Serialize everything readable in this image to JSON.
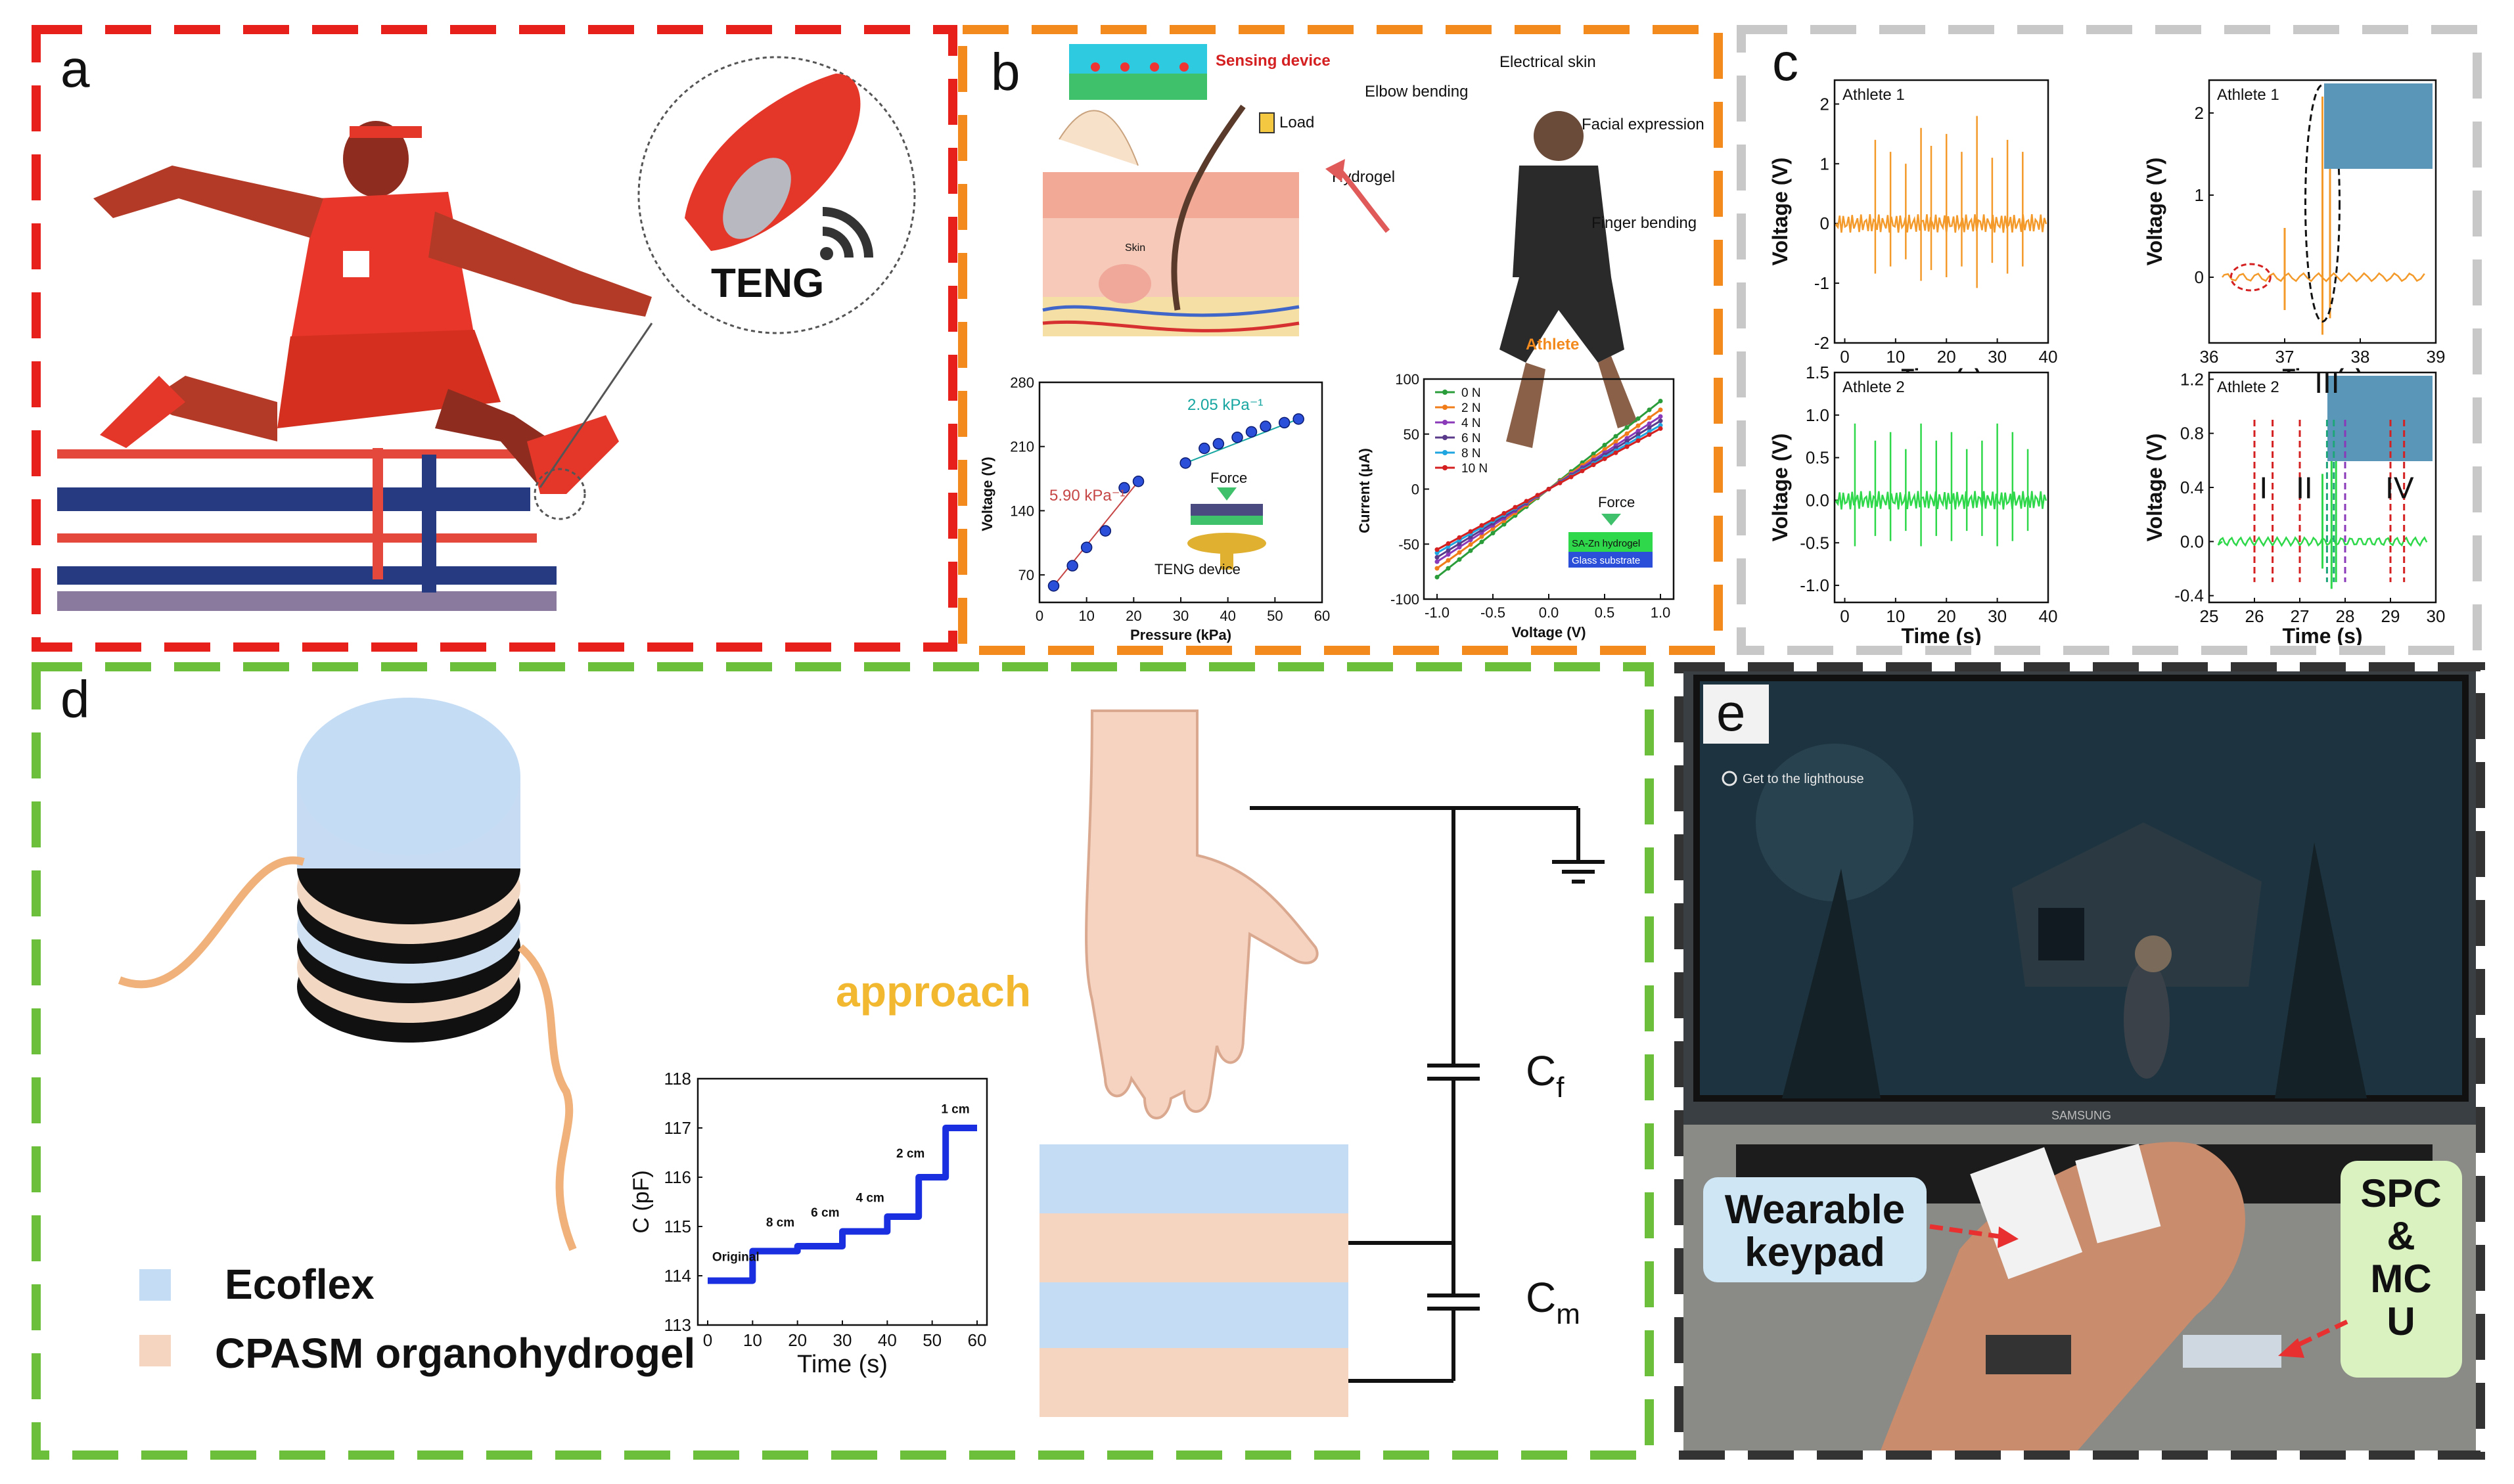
{
  "labels": {
    "a": "a",
    "b": "b",
    "c": "c",
    "d": "d",
    "e": "e"
  },
  "panel_a": {
    "teng": "TENG"
  },
  "panel_b": {
    "sensing_device": "Sensing device",
    "load": "Load",
    "hydrogel": "Hydrogel",
    "skin": "Skin",
    "electrical_skin": "Electrical skin",
    "elbow_bending": "Elbow bending",
    "facial_expression": "Facial expression",
    "finger_bending": "Finger bending",
    "athlete": "Athlete",
    "slope1": "5.90 kPa⁻¹",
    "slope2": "2.05 kPa⁻¹",
    "force": "Force",
    "teng_device": "TENG device",
    "force2": "Force",
    "sa_zn": "SA-Zn hydrogel",
    "glass": "Glass substrate"
  },
  "panel_c": {
    "athlete1": "Athlete 1",
    "athlete1b": "Athlete 1",
    "athlete2": "Athlete 2",
    "athlete2b": "Athlete 2",
    "roman": [
      "I",
      "II",
      "III",
      "IV"
    ]
  },
  "panel_d": {
    "approach": "approach",
    "ecoflex": "Ecoflex",
    "cpasm": "CPASM organohydrogel",
    "cf": "C",
    "cf_sub": "f",
    "cm": "C",
    "cm_sub": "m",
    "inset_labels": [
      "Original",
      "8 cm",
      "6 cm",
      "4 cm",
      "2 cm",
      "1 cm"
    ]
  },
  "panel_e": {
    "game_hint": "Get to the lighthouse",
    "monitor_brand": "SAMSUNG",
    "wearable": [
      "Wearable",
      "keypad"
    ],
    "spc": [
      "SPC",
      "&",
      "MC",
      "U"
    ]
  },
  "colors": {
    "a_border": "#e8201b",
    "b_border": "#f28a1e",
    "c_border": "#c8c8c8",
    "d_border": "#6cbf3a",
    "e_border": "#333333"
  },
  "chart_data": [
    {
      "type": "scatter",
      "title": "",
      "xlabel": "Pressure (kPa)",
      "ylabel": "Voltage (V)",
      "xlim": [
        0,
        60
      ],
      "ylim": [
        40,
        280
      ],
      "xticks": [
        0,
        10,
        20,
        30,
        40,
        50,
        60
      ],
      "yticks": [
        70,
        140,
        210,
        280
      ],
      "x": [
        3,
        7,
        10,
        14,
        18,
        21,
        31,
        35,
        38,
        42,
        45,
        48,
        52,
        55
      ],
      "y": [
        58,
        80,
        100,
        118,
        165,
        172,
        192,
        208,
        213,
        220,
        226,
        232,
        236,
        240
      ]
    },
    {
      "type": "line",
      "title": "",
      "xlabel": "Voltage (V)",
      "ylabel": "Current (μA)",
      "xlim": [
        -1.0,
        1.0
      ],
      "ylim": [
        -100,
        100
      ],
      "xticks": [
        -1.0,
        -0.5,
        0.0,
        0.5,
        1.0
      ],
      "yticks": [
        -100,
        -50,
        0,
        50,
        100
      ],
      "series": [
        {
          "name": "0 N",
          "color": "#2a9d3a",
          "x": [
            -1.0,
            1.0
          ],
          "values": [
            -80,
            80
          ]
        },
        {
          "name": "2 N",
          "color": "#f07d1a",
          "x": [
            -1.0,
            1.0
          ],
          "values": [
            -72,
            72
          ]
        },
        {
          "name": "4 N",
          "color": "#8a3ab9",
          "x": [
            -1.0,
            1.0
          ],
          "values": [
            -66,
            66
          ]
        },
        {
          "name": "6 N",
          "color": "#5a3a8a",
          "x": [
            -1.0,
            1.0
          ],
          "values": [
            -62,
            62
          ]
        },
        {
          "name": "8 N",
          "color": "#1fa5e0",
          "x": [
            -1.0,
            1.0
          ],
          "values": [
            -58,
            58
          ]
        },
        {
          "name": "10 N",
          "color": "#d42020",
          "x": [
            -1.0,
            1.0
          ],
          "values": [
            -55,
            55
          ]
        }
      ]
    },
    {
      "type": "line",
      "title": "",
      "xlabel": "Time (s)",
      "ylabel": "Voltage (V)",
      "xlim": [
        -2,
        40
      ],
      "ylim": [
        -2,
        2.4
      ],
      "xticks": [
        0,
        10,
        20,
        30,
        40
      ],
      "yticks": [
        -2,
        -1,
        0,
        1,
        2
      ],
      "series": [
        {
          "name": "Athlete 1",
          "color": "#f39a2b",
          "peaks_x": [
            6,
            9,
            12,
            15,
            17,
            20,
            23,
            26,
            29,
            32,
            35
          ],
          "peaks_y": [
            1.4,
            1.2,
            1.0,
            1.6,
            1.3,
            1.5,
            1.2,
            1.8,
            1.1,
            1.4,
            1.2
          ]
        }
      ]
    },
    {
      "type": "line",
      "title": "",
      "xlabel": "Time (s)",
      "ylabel": "Voltage (V)",
      "xlim": [
        36,
        39
      ],
      "ylim": [
        -0.8,
        2.4
      ],
      "xticks": [
        36,
        37,
        38,
        39
      ],
      "yticks": [
        0,
        1,
        2
      ],
      "series": [
        {
          "name": "Athlete 1",
          "color": "#f39a2b"
        }
      ]
    },
    {
      "type": "line",
      "title": "",
      "xlabel": "Time (s)",
      "ylabel": "Voltage (V)",
      "xlim": [
        -2,
        40
      ],
      "ylim": [
        -1.2,
        1.5
      ],
      "xticks": [
        0,
        10,
        20,
        30,
        40
      ],
      "yticks": [
        -1.0,
        -0.5,
        0.0,
        0.5,
        1.0,
        1.5
      ],
      "series": [
        {
          "name": "Athlete 2",
          "color": "#2fd84a",
          "peaks_x": [
            2,
            6,
            9,
            12,
            15,
            18,
            21,
            24,
            27,
            30,
            33,
            36
          ],
          "peaks_y": [
            0.9,
            0.7,
            0.8,
            0.6,
            0.9,
            0.7,
            0.8,
            0.6,
            0.7,
            0.9,
            0.8,
            0.6
          ]
        }
      ]
    },
    {
      "type": "line",
      "title": "",
      "xlabel": "Time (s)",
      "ylabel": "Voltage (V)",
      "xlim": [
        25,
        30
      ],
      "ylim": [
        -0.45,
        1.25
      ],
      "xticks": [
        25,
        26,
        27,
        28,
        29,
        30
      ],
      "yticks": [
        -0.4,
        0.0,
        0.4,
        0.8,
        1.2
      ],
      "series": [
        {
          "name": "Athlete 2",
          "color": "#2fd84a"
        }
      ]
    },
    {
      "type": "line",
      "title": "",
      "xlabel": "Time (s)",
      "ylabel": "C (pF)",
      "xlim": [
        0,
        60
      ],
      "ylim": [
        113,
        118
      ],
      "xticks": [
        0,
        10,
        20,
        30,
        40,
        50,
        60
      ],
      "yticks": [
        113,
        114,
        115,
        116,
        117,
        118
      ],
      "series": [
        {
          "name": "",
          "color": "#1a2fe0",
          "x": [
            0,
            10,
            10,
            20,
            20,
            30,
            30,
            40,
            40,
            47,
            47,
            53,
            53,
            60
          ],
          "values": [
            113.9,
            113.9,
            114.5,
            114.5,
            114.6,
            114.6,
            114.9,
            114.9,
            115.2,
            115.2,
            116.0,
            116.0,
            117.0,
            117.0
          ]
        }
      ]
    }
  ]
}
